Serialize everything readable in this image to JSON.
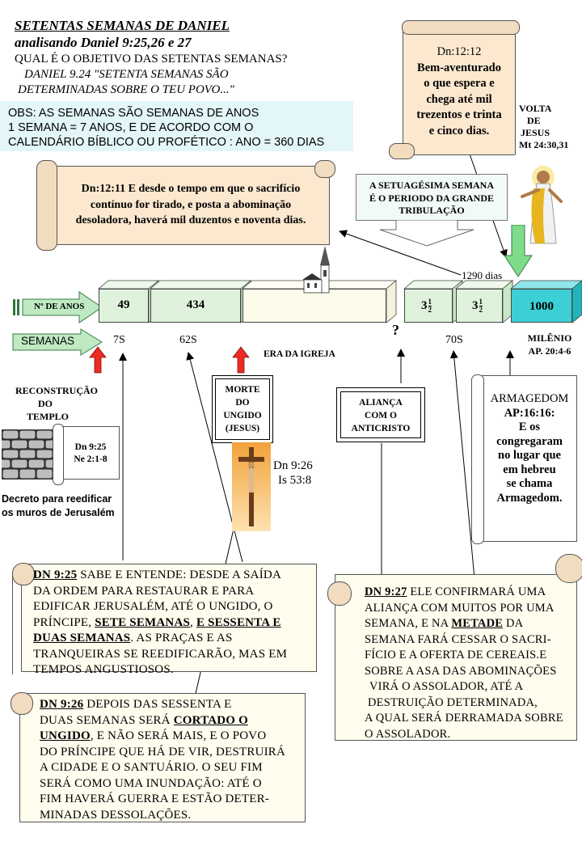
{
  "header": {
    "title": "SETENTAS SEMANAS DE DANIEL",
    "subtitle": "analisando Daniel 9:25,26  e 27",
    "question": "QUAL É O OBJETIVO DAS SETENTAS SEMANAS?",
    "verse_line1": "DANIEL 9.24 \"SETENTA SEMANAS SÃO",
    "verse_line2": "DETERMINADAS SOBRE O TEU POVO...\""
  },
  "obs": {
    "line1": "OBS: AS SEMANAS SÃO SEMANAS DE ANOS",
    "line2": "1 SEMANA = 7 ANOS, E DE ACORDO COM O",
    "line3": "CALENDÁRIO BÍBLICO OU PROFÉTICO : ANO = 360 DIAS"
  },
  "scroll_dn1212": {
    "l1": "Dn:12:12",
    "l2": "Bem-aventurado",
    "l3": "o que espera e",
    "l4": "chega até mil",
    "l5": "trezentos e trinta",
    "l6": "e  cinco dias."
  },
  "volta": {
    "l1": "VOLTA",
    "l2": "DE",
    "l3": "JESUS",
    "l4": "Mt 24:30,31"
  },
  "scroll_dn1211": {
    "l1": "Dn:12:11  E desde o tempo em que o sacrifício",
    "l2": "contínuo  for tirado, e posta a abominação",
    "l3": "desoladora, haverá mil duzentos e noventa dias."
  },
  "setuagesima": {
    "l1": "A SETUAGÉSIMA SEMANA",
    "l2": "É O PERIODO  DA GRANDE",
    "l3": "TRIBULAÇÃO"
  },
  "days_1290": "1290 dias",
  "timeline": {
    "anos_label": "Nº DE ANOS",
    "semanas_label": "SEMANAS",
    "seg1": "49",
    "seg2": "434",
    "seg4_whole": "3",
    "seg5_whole": "3",
    "frac_num": "1",
    "frac_den": "2",
    "seg6": "1000",
    "w1": "7S",
    "w2": "62S",
    "w3": "70S",
    "question_mark": "?",
    "milenio_l1": "MILÊNIO",
    "milenio_l2": "AP. 20:4-6",
    "era_igreja": "ERA DA IGREJA"
  },
  "reconstrucao": {
    "l1": "RECONSTRUÇÃO",
    "l2": "DO",
    "l3": "TEMPLO"
  },
  "small_scroll": {
    "l1": "Dn 9:25",
    "l2": "Ne 2:1-8"
  },
  "decreto": {
    "l1": "Decreto para reedificar",
    "l2": "os muros de Jerusalém"
  },
  "morte": {
    "l1": "MORTE",
    "l2": "DO",
    "l3": "UNGIDO",
    "l4": "(JESUS)"
  },
  "cross_refs": {
    "l1": "Dn 9:26",
    "l2": "Is 53:8"
  },
  "alianca": {
    "l1": "ALIANÇA",
    "l2": "COM O",
    "l3": "ANTICRISTO"
  },
  "armagedom": {
    "l1": "ARMAGEDOM",
    "l2": "AP:16:16:",
    "l3": "E os",
    "l4": "congregaram",
    "l5": "no  lugar  que",
    "l6": "em  hebreu",
    "l7": "se chama",
    "l8": "Armagedom."
  },
  "dn925": {
    "ref": "DN 9:25",
    "t1": " SABE E ENTENDE: DESDE A SAÍDA",
    "l2": "DA ORDEM PARA RESTAURAR E PARA",
    "l3": "EDIFICAR JERUSALÉM, ATÉ O UNGIDO, O",
    "l4a": "PRÍNCIPE, ",
    "u1": "SETE SEMANAS",
    "l4b": ", ",
    "u2": "E SESSENTA E",
    "u3": "DUAS SEMANAS",
    "l5b": ". AS PRAÇAS E AS",
    "l6": "TRANQUEIRAS SE REEDIFICARÃO, MAS EM",
    "l7": "TEMPOS ANGUSTIOSOS."
  },
  "dn926": {
    "ref": "DN 9:26",
    "t1": " DEPOIS DAS SESSENTA E",
    "l2a": "DUAS SEMANAS SERÁ ",
    "u1": "CORTADO O",
    "u2": "UNGIDO",
    "l3b": ", E NÃO SERÁ MAIS, E O POVO",
    "l4": "DO PRÍNCIPE QUE HÁ DE VIR, DESTRUIRÁ",
    "l5": "A CIDADE E O SANTUÁRIO. O SEU FIM",
    "l6": "SERÁ COMO UMA INUNDAÇÃO: ATÉ O",
    "l7": "FIM  HAVERÁ GUERRA E ESTÃO DETER-",
    "l8": "MINADAS DESSOLAÇÕES."
  },
  "dn927": {
    "ref": "DN 9:27",
    "t1": " ELE CONFIRMARÁ UMA",
    "l2": "ALIANÇA COM  MUITOS POR UMA",
    "l3a": "SEMANA, E NA ",
    "u1": "METADE",
    "l3b": " DA",
    "l4": "SEMANA FARÁ CESSAR O SACRI-",
    "l5": "FÍCIO E A OFERTA DE CEREAIS.E",
    "l6": "SOBRE A ASA  DAS ABOMINAÇÕES",
    "l7": "VIRÁ O ASSOLADOR, ATÉ A",
    "l8": "DESTRUIÇÃO DETERMINADA,",
    "l9": "A QUAL SERÁ DERRAMADA SOBRE",
    "l10": "O ASSOLADOR."
  },
  "colors": {
    "scroll": "#fbe8cf",
    "green_box": "#dff3dc",
    "millennium": "#3ccfd6",
    "red_arrow": "#ee2b22",
    "cyan_label": "#e3f6f8"
  }
}
